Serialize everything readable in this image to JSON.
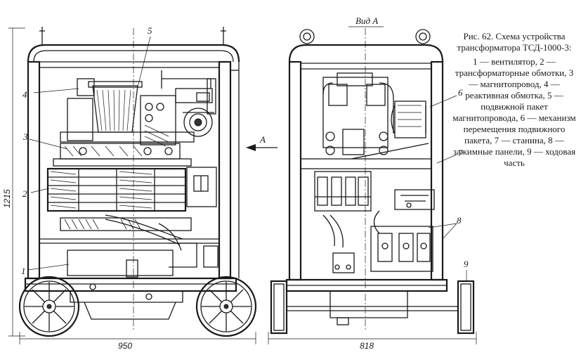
{
  "caption": {
    "title": "Рис. 62. Схема устройства трансформатора ТСД-1000-3:",
    "description": "1 — вентилятор, 2 — трансформаторные обмотки, 3 — магнитопровод, 4 — реактивная обмотка, 5 — подвижной пакет магнитопровода, 6 — механизм перемещения подвижного пакета, 7 — станина, 8 — зажимные панели, 9 — ходовая часть"
  },
  "labels": {
    "l1": "1",
    "l2": "2",
    "l3": "3",
    "l4": "4",
    "l5": "5",
    "l6": "6",
    "l7": "7",
    "l8": "8",
    "l9": "9",
    "view_a": "Вид А",
    "arrow_a": "А"
  },
  "dimensions": {
    "height": "1215",
    "width_front": "950",
    "width_side": "818"
  }
}
